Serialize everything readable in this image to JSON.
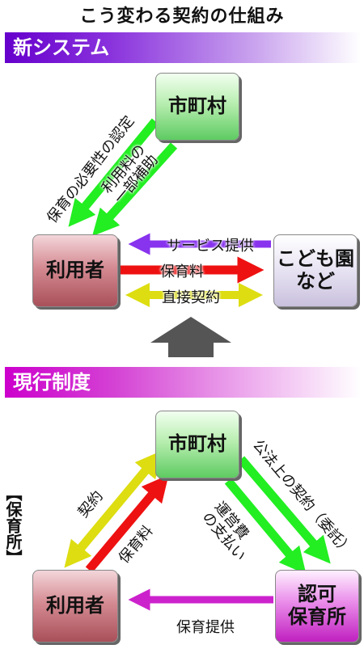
{
  "title": "こう変わる契約の仕組み",
  "new_system": {
    "banner": "新システム",
    "municipality": "市町村",
    "user": "利用者",
    "provider_line1": "こども園",
    "provider_line2": "など",
    "label_certification": "保育の必要性の認定",
    "label_subsidy_line1": "利用料の",
    "label_subsidy_line2": "一部補助",
    "label_service": "サービス提供",
    "label_fee": "保育料",
    "label_contract": "直接契約"
  },
  "current_system": {
    "banner": "現行制度",
    "side_label": "【保育所】",
    "municipality": "市町村",
    "user": "利用者",
    "provider_line1": "認可",
    "provider_line2": "保育所",
    "label_contract": "契約",
    "label_fee": "保育料",
    "label_public_contract": "公法上の契約（委託）",
    "label_operating_line1": "運営費",
    "label_operating_line2": "の支払い",
    "label_care": "保育提供"
  },
  "colors": {
    "green_arrow": "#22ee22",
    "red_arrow": "#ee1111",
    "yellow_arrow": "#dddd11",
    "purple_arrow": "#8833ee",
    "magenta_arrow": "#cc22cc",
    "gray_arrow": "#555555"
  }
}
